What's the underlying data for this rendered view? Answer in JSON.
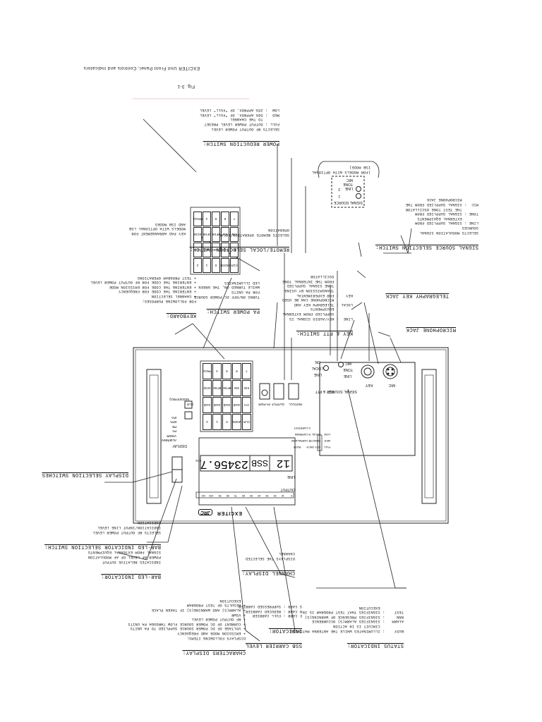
{
  "figure": {
    "caption": "EXCITER Unit Front Panel, Controls and Indicators",
    "number": "Fig. 3-1"
  },
  "panel": {
    "brand": "JRC",
    "model": "EXCITER",
    "channel_lcd": "12",
    "carrier_lcd": "SSB",
    "freq_lcd": "23456.7",
    "freq_unit": "kHz",
    "line_label": "LINE",
    "output_label": "OUTPUT",
    "bar_scale": [
      "0",
      "10",
      "20",
      "30",
      "40",
      "50",
      "60",
      "70",
      "80",
      "90",
      "100",
      "110"
    ],
    "status_labels": [
      "BUSY",
      "ALARM",
      "NNN",
      "TEST"
    ],
    "status_col2": [
      "CH",
      "F CARR",
      "R CARR",
      "S CARR"
    ],
    "status_col3": [
      "KEY ON",
      "REMOTE",
      "LOCAL"
    ],
    "status_col4": [
      "FULL",
      "MED",
      "LOW"
    ],
    "display_label": "DISPLAY",
    "display_options": [
      "ALM/NNN",
      "VSWR",
      "PA",
      "PE",
      "EPA",
      "IPA"
    ],
    "display_mode": "MODE/FREQ",
    "display_clr": "CLR",
    "keypad_rows": [
      [
        "CLR",
        "MODE",
        "0",
        "1",
        "2"
      ],
      [
        "CH",
        "4ssb",
        "3ssb",
        "2ssb",
        "1ssb"
      ],
      [
        "KW",
        "SW",
        "8FSK",
        "5FSK",
        "4CW"
      ],
      [
        "7",
        "8",
        "9",
        "4",
        "PROG"
      ]
    ],
    "switch_labels": [
      "PA PWR",
      "OUTPUT",
      "RMT/LCL"
    ],
    "signal_source": [
      "LINE",
      "TONE",
      "MIC"
    ],
    "key_ptt_switch": [
      "LINE",
      "LOCAL",
      "ON"
    ],
    "signal_source_label": "SIGNAL SOURCE",
    "key_ptt_label": "KEY & PTT",
    "key_label": "KEY",
    "mic_label": "MIC"
  },
  "annotations": {
    "status_indicator": {
      "title": "STATUS INDICATOR:",
      "lines": [
        "BUSY    : ILLUMINATES WHILE THE ANTENNA MATCHING",
        "          CIRCUIT IS IN ACTION",
        "ALARM   : SIGNIFIES ALARM(S) OCCURRENCE",
        "NNN     : SIGNIFIES PRESENCE OF WARNING(S)",
        "TEST    : SIGNIFIES THAT TEST PROGRAM IS IN",
        "          EXECUTION"
      ]
    },
    "ssb_carrier": {
      "title": "SSB CARRIER LEVEL",
      "title2": "INDICATOR:",
      "lines": [
        "F CARR : FULL CARRIER",
        "R CARR : REDUCED CARRIER",
        "S CARR : SUPPRESSED CARRIER"
      ]
    },
    "characters_display": {
      "title": "CHARACTERS DISPLAY:",
      "lines": [
        "DISPLAYS FOLLOWING ITEMS;",
        "+ EMISSION MODE AND FREQUENCY",
        "+ VOLTAGE OF DC POWER SOURCE SUPPLIED TO PA UNITS",
        "+ CURRENT OF DC POWER SOURCE FLOW THROUGH PA UNITS",
        "+ RF OUTPUT POWER LEVEL",
        "+ VSWR",
        "+ ALARM(S) AND WARNING(S) IF TAKEN PLACE",
        "+ RESULTS OF TEST PROGRAM",
        "  EXECUTION"
      ]
    },
    "channel_display": {
      "title": "CHANNEL DISPLAY:",
      "lines": [
        "DISPLAYS THE SELECTED",
        "CHANNEL"
      ]
    },
    "bar_led": {
      "title": "BAR-LED INDICATOR:",
      "lines": [
        "INDICATES RELATIVE OUTPUT",
        "POWER RF LEVEL OF AF MODULATION",
        "SIGNAL FROM EXTERNAL EQUIPMENTS"
      ]
    },
    "bar_led_switch": {
      "title": "BAR-LED INDICATOR SELECTION SWITCH:",
      "lines": [
        "SELECTS RF OUTPUT POWER LEVEL",
        "INDICATION/INPUT LINE LEVEL",
        "INDICATION"
      ]
    },
    "display_switches": {
      "title": "DISPLAY SELECTION SWITCHES"
    },
    "keyboard": {
      "title": "KEYBOARD:",
      "lines": [
        "FOR FOLLOWING PURPOSES;",
        "+ CHANNEL SELECTION",
        "+ ENTERING THE CODE FOR FREQUENCY",
        "+ ENTERING THE CODE FOR EMISSION MODE",
        "+ ENTERING THE CODE FOR RF OUTPUT POWER LEVEL",
        "+ TEST PROGRAM OPERATIONS"
      ]
    },
    "keypad_note": {
      "lines": [
        "KEY PAD ARRANGEMENT FOR",
        "MODELS WITH OPTIONAL LSB",
        "AND ISB MODES"
      ]
    },
    "pa_power": {
      "title": "PA POWER SWITCH:",
      "lines": [
        "TURNS ON/OFF DC POWER SOURCE",
        "FOR PA UNITS",
        "WHILE TURNED ON, THE GREEN",
        "LED ILLUMINATES"
      ]
    },
    "key_ptt": {
      "title": "KEY & PTT SWITCH:",
      "lines": [
        "LINE  : KEY/AUDIO SIGNAL IS",
        "        SUPPLIED FROM EXTERNAL",
        "        EQUIPMENTS",
        "LOCAL : TELEGRAPH KEY AND",
        "        MICROPHONE CAN BE USED",
        "KEY   : FOR EXPERIMENTAL",
        "        TRANSMISSION BY USING",
        "        TONE SIGNAL SUPPLIED",
        "        FROM THE INTERNAL TONE",
        "        OSCILLATOR"
      ]
    },
    "remote_local": {
      "title": "REMOTE/LOCAL SELECTION SWITCH:",
      "lines": [
        "SELECTS REMOTE OPERATION/LOCAL",
        "OPERATION"
      ]
    },
    "power_reduction": {
      "title": "POWER REDUCTION SWITCH:",
      "lines": [
        "SELECTS RF OUTPUT POWER LEVEL",
        "FULL : OUTPUT POWER LEVEL PRESET",
        "       TO THE CHANNEL",
        "MED  : 50% APPROX. OF \"FULL\" LEVEL",
        "LOW  : 25% APPROX. OF \"FULL\" LEVEL"
      ]
    },
    "signal_source": {
      "title": "SIGNAL SOURCE SELECTION SWITCH:",
      "lines": [
        "SELECTS MODULATION SIGNAL",
        "SOURCES",
        "LINE : SIGNAL SUPPLIED FROM",
        "       EXTERNAL EQUIPMENTS",
        "TONE : SIGNAL SUPPLIED FROM",
        "       THE TEST TONE OSCILLATOR",
        "MIC  : SIGNAL SUPPLIED FROM THE",
        "       MICROPHONE JACK"
      ]
    },
    "optional_isb": {
      "lines": [
        "(FOR MODELS WITH OPTIONAL",
        "ISB MODE)"
      ],
      "box_label": "SIGNAL SOURCE",
      "switch": [
        "LINE",
        "TONE",
        "MIC"
      ],
      "numbers": [
        "1",
        "2"
      ]
    },
    "telegraphy_jack": {
      "title": "TELEGRAPHY KEY JACK"
    },
    "microphone_jack": {
      "title": "MICROPHONE JACK"
    }
  }
}
